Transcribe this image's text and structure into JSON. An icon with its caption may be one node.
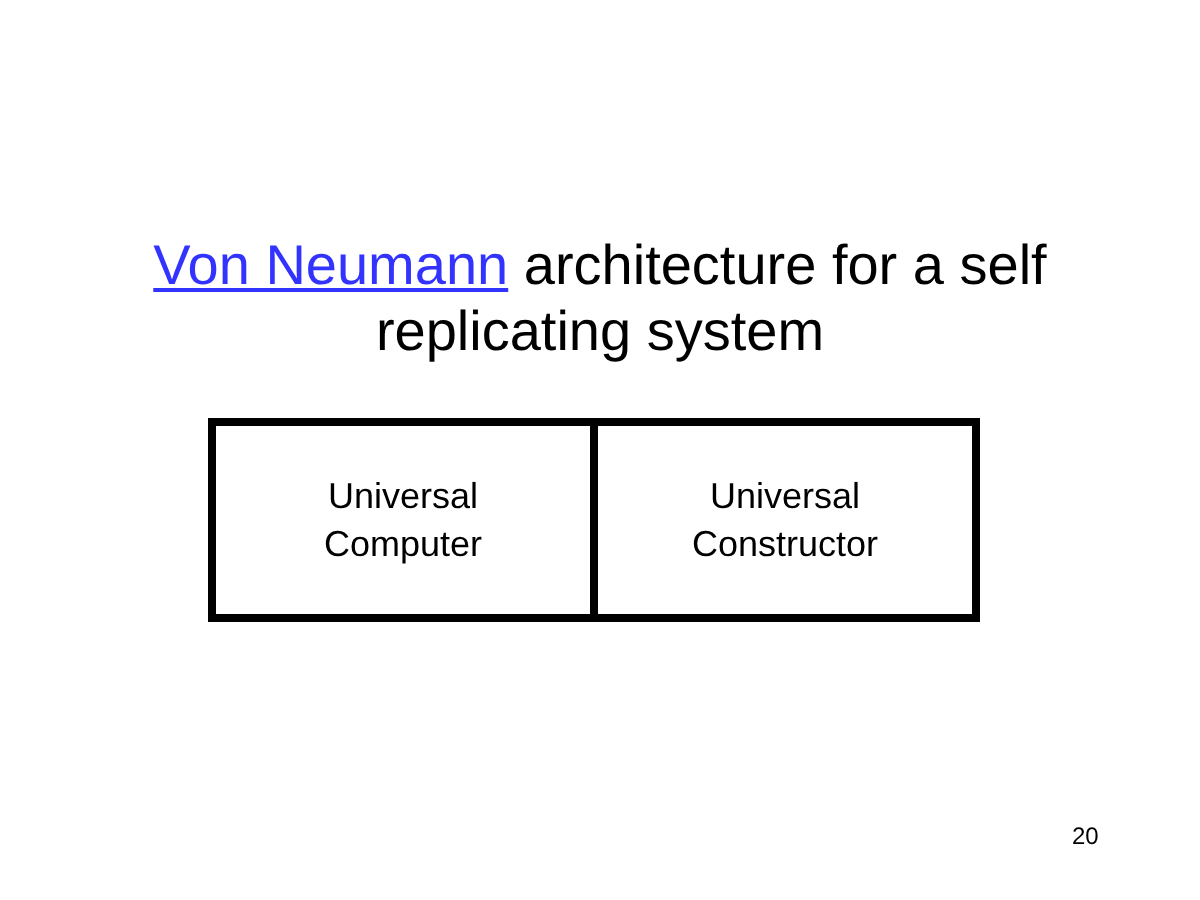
{
  "diagram": {
    "title": "Von Neumann architecture for a self replicating system",
    "nodes": [
      {
        "text": [
          "Universal Computer"
        ]
      },
      {
        "text": [
          "Universal Constructor"
        ]
      }
    ],
    "labels": [
      "20"
    ]
  }
}
